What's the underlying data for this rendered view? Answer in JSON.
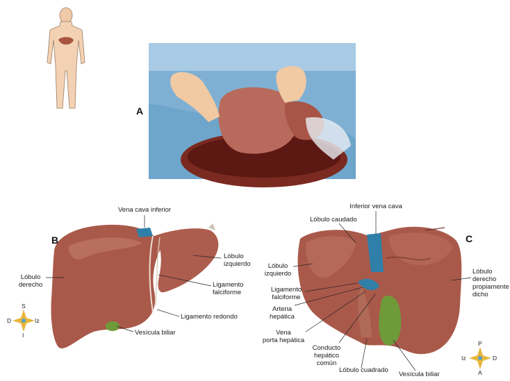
{
  "panels": {
    "a": "A",
    "b": "B",
    "c": "C"
  },
  "panel_b": {
    "labels": {
      "vena_cava": "Vena cava inferior",
      "lobulo_izquierdo": "Lóbulo\nizquierdo",
      "lobulo_derecho": "Lóbulo\nderecho",
      "ligamento_falciforme": "Ligamento\nfalciforme",
      "ligamento_redondo": "Ligamento redondo",
      "vesicula": "Vesícula biliar"
    },
    "compass": {
      "top": "S",
      "bottom": "I",
      "left": "D",
      "right": "Iz"
    }
  },
  "panel_c": {
    "labels": {
      "vena_cava": "Inferior vena cava",
      "lobulo_caudado": "Lóbulo caudado",
      "lobulo_izquierdo": "Lóbulo\nizquierdo",
      "ligamento_falciforme": "Ligamento\nfalciforme",
      "arteria_hepatica": "Arteria\nhepática",
      "vena_porta": "Vena\nporta hepática",
      "conducto_hepatico": "Conducto\nhepático\ncomún",
      "lobulo_cuadrado": "Lóbulo cuadrado",
      "vesicula": "Vesícula biliar",
      "lobulo_derecho": "Lóbulo\nderecho\npropiamente\ndicho"
    },
    "compass": {
      "top": "P",
      "bottom": "A",
      "left": "Iz",
      "right": "D"
    }
  },
  "colors": {
    "liver": "#a8584a",
    "liver_light": "#c77a68",
    "gallbladder": "#6f9a3a",
    "vessel": "#2f7fa8",
    "drape": "#8fbcd8"
  }
}
